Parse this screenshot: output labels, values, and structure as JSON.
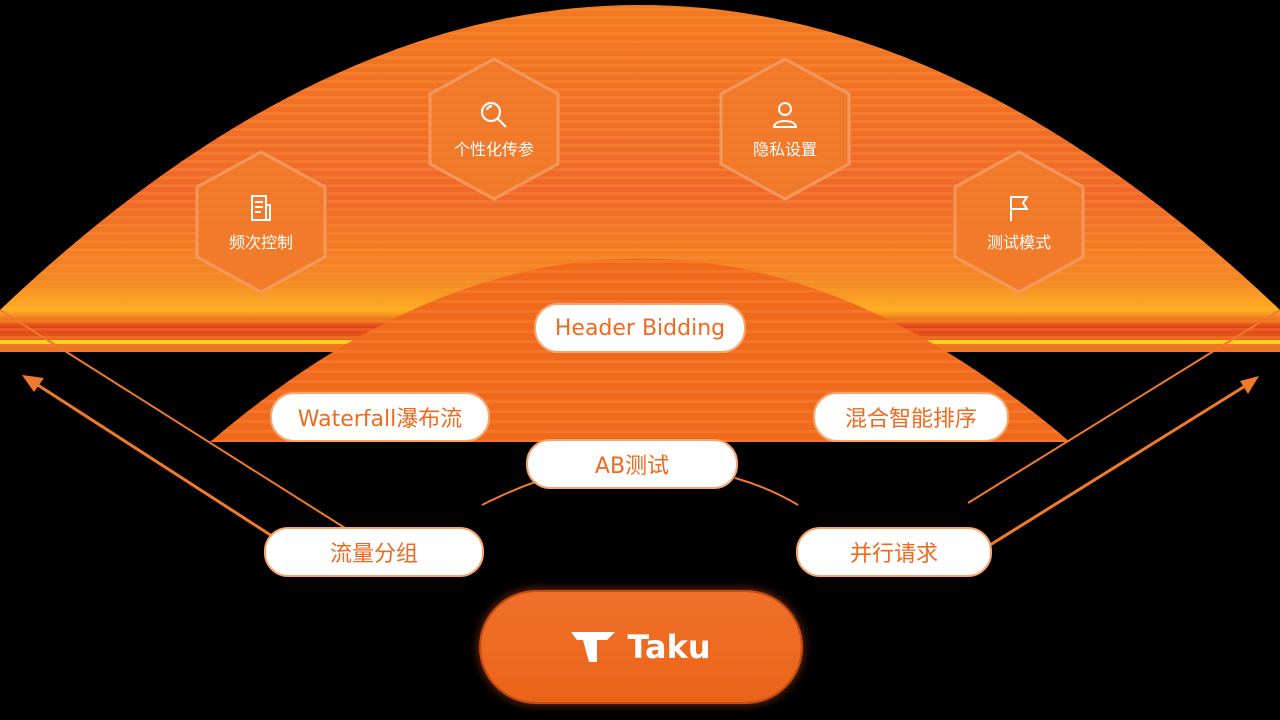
{
  "outer_features": [
    {
      "label": "频次控制",
      "icon": "document-icon"
    },
    {
      "label": "个性化传参",
      "icon": "search-icon"
    },
    {
      "label": "隐私设置",
      "icon": "user-icon"
    },
    {
      "label": "测试模式",
      "icon": "flag-icon"
    }
  ],
  "inner_features": {
    "header_bidding": "Header Bidding",
    "waterfall": "Waterfall瀑布流",
    "hybrid_sort": "混合智能排序",
    "ab_test": "AB测试"
  },
  "bottom_features": {
    "traffic_grouping": "流量分组",
    "parallel_requests": "并行请求"
  },
  "brand": {
    "name": "Taku",
    "logo_icon": "taku-logo-icon"
  },
  "colors": {
    "primary": "#ef6a1e",
    "light": "#f7a56b",
    "highlight": "#ffd21c"
  }
}
